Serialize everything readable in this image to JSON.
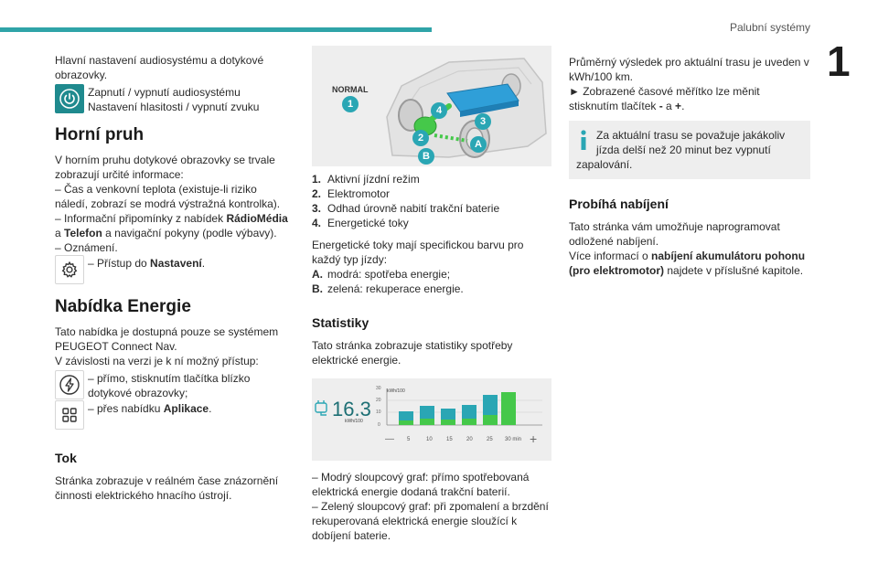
{
  "header": {
    "section_title": "Palubní systémy",
    "chapter_number": "1"
  },
  "col1": {
    "intro": "Hlavní nastavení audiosystému a dotykové obrazovky.",
    "audio_line1": "Zapnutí / vypnutí audiosystému",
    "audio_line2": "Nastavení hlasitosti / vypnutí zvuku",
    "h_top": "Horní pruh",
    "top_p1": "V horním pruhu dotykové obrazovky se trvale zobrazují určité informace:",
    "top_p2": "– Čas a venkovní teplota (existuje-li riziko náledí, zobrazí se modrá výstražná kontrolka).",
    "top_p3_a": "– Informační připomínky z nabídek ",
    "top_p3_b": "RádioMédia",
    "top_p3_c": " a ",
    "top_p3_d": "Telefon",
    "top_p3_e": " a navigační pokyny (podle výbavy).",
    "top_p4": "– Oznámení.",
    "settings_a": "– Přístup do ",
    "settings_b": "Nastavení",
    "settings_c": ".",
    "h_energy": "Nabídka Energie",
    "energy_p1": "Tato nabídka je dostupná pouze se systémem PEUGEOT Connect Nav.",
    "energy_p2": "V závislosti na verzi je k ní možný přístup:",
    "access1": "– přímo, stisknutím tlačítka blízko dotykové obrazovky;",
    "access2_a": "– přes nabídku ",
    "access2_b": "Aplikace",
    "access2_c": ".",
    "h_flow": "Tok",
    "flow_p": "Stránka zobrazuje v reálném čase znázornění činnosti elektrického hnacího ústrojí."
  },
  "col2": {
    "car_illus": {
      "mode_label": "NORMAL",
      "markers": [
        "1",
        "2",
        "3",
        "4",
        "A",
        "B"
      ]
    },
    "list": [
      {
        "n": "1.",
        "t": "Aktivní jízdní režim"
      },
      {
        "n": "2.",
        "t": "Elektromotor"
      },
      {
        "n": "3.",
        "t": "Odhad úrovně nabití trakční baterie"
      },
      {
        "n": "4.",
        "t": "Energetické toky"
      }
    ],
    "flow_colors_p": "Energetické toky mají specifickou barvu pro každý typ jízdy:",
    "colors": [
      {
        "n": "A.",
        "t": "modrá: spotřeba energie;"
      },
      {
        "n": "B.",
        "t": "zelená: rekuperace energie."
      }
    ],
    "h_stats": "Statistiky",
    "stats_p": "Tato stránka zobrazuje statistiky spotřeby elektrické energie.",
    "stats_desc1": "– Modrý sloupcový graf: přímo spotřebovaná elektrická energie dodaná trakční baterií.",
    "stats_desc2": "– Zelený sloupcový graf: při zpomalení a brzdění rekuperovaná elektrická energie sloužící k dobíjení baterie."
  },
  "stats_screen": {
    "value": "16.3",
    "unit": "kWh/100",
    "y_unit": "kWh/100",
    "y_ticks": [
      "30",
      "20",
      "10",
      "0"
    ],
    "x_ticks": [
      "5",
      "10",
      "15",
      "20",
      "25",
      "30 min"
    ],
    "minus_label": "—",
    "plus_label": "+"
  },
  "col3": {
    "avg_p": "Průměrný výsledek pro aktuální trasu je uveden v kWh/100 km.",
    "scale_p_a": "► Zobrazené časové měřítko lze měnit stisknutím tlačítek ",
    "scale_p_b": "-",
    "scale_p_c": " a ",
    "scale_p_d": "+",
    "scale_p_e": ".",
    "info": "Za aktuální trasu se považuje jakákoliv jízda delší než 20 minut bez vypnutí zapalování.",
    "h_charging": "Probíhá nabíjení",
    "charging_p1": "Tato stránka vám umožňuje naprogramovat odložené nabíjení.",
    "charging_p2_a": "Více informací o ",
    "charging_p2_b": "nabíjení akumulátoru pohonu (pro elektromotor)",
    "charging_p2_c": " najdete v příslušné kapitole."
  },
  "colors": {
    "teal": "#2fa4a8",
    "battery_blue": "#2f9fd8",
    "regen_green": "#45c84a",
    "marker_teal": "#2aa6b4"
  }
}
